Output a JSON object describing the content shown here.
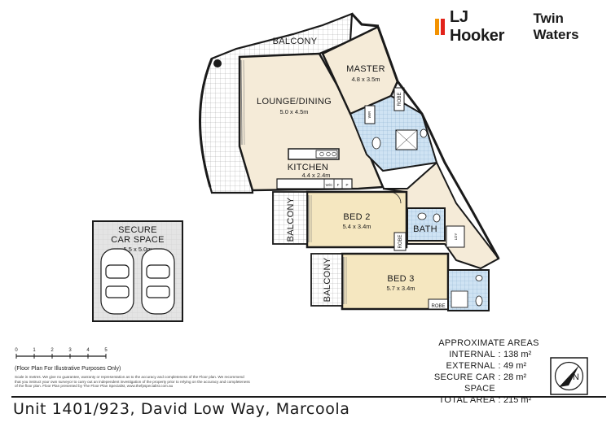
{
  "brand": {
    "name": "LJ Hooker",
    "office": "Twin Waters",
    "colors": {
      "orange": "#f39200",
      "red": "#e2231a",
      "text": "#1a1a1a"
    }
  },
  "rooms": {
    "balcony_top": "BALCONY",
    "master": {
      "name": "MASTER",
      "dim": "4.8 x 3.5m"
    },
    "lounge": {
      "name": "LOUNGE/DINING",
      "dim": "5.0 x 4.5m"
    },
    "kitchen": {
      "name": "KITCHEN",
      "dim": "4.4 x 2.4m"
    },
    "bed2": {
      "name": "BED 2",
      "dim": "5.4 x 3.4m"
    },
    "bed3": {
      "name": "BED 3",
      "dim": "5.7 x 3.4m"
    },
    "bath": "BATH",
    "robe": "ROBE",
    "balcony_left": "BALCONY",
    "laundry_labels": [
      "W/C",
      "F",
      "P"
    ],
    "wir_label": "WIR",
    "ldy_label": "LDY"
  },
  "car_space": {
    "title": "SECURE",
    "subtitle": "CAR SPACE",
    "dim": "5.5 x 5.0m"
  },
  "scale": {
    "ticks": [
      "0",
      "1",
      "2",
      "3",
      "4",
      "5"
    ]
  },
  "disclaimer": {
    "heading": "(Floor Plan For Illustrative Purposes Only)",
    "body": "Scale in metres. We give no guarantee, warranty or representation as to the accuracy and completeness of the Floor plan. We recommend that you instruct your own surveyor to carry out an independent investigation of the property prior to relying on the accuracy and completeness of the floor plan. Floor Plan presented by The Floor Plan Specialist, www.thefpspecialist.com.au"
  },
  "areas": {
    "title": "APPROXIMATE AREAS",
    "rows": [
      {
        "name": "INTERNAL",
        "value": "138 m²"
      },
      {
        "name": "EXTERNAL",
        "value": "49 m²"
      },
      {
        "name": "SECURE CAR SPACE",
        "value": "28 m²"
      },
      {
        "name": "TOTAL AREA",
        "value": "215 m²"
      }
    ]
  },
  "compass": {
    "letter": "N"
  },
  "address": "Unit 1401/923, David Low Way, Marcoola"
}
